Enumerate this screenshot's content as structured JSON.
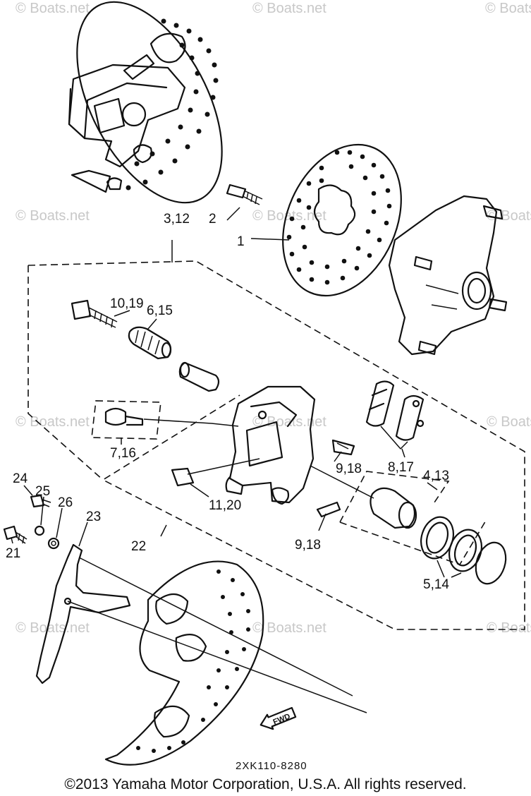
{
  "watermark": {
    "text": "© Boats.net"
  },
  "callouts": {
    "c1": "1",
    "c2": "2",
    "c3_12": "3,12",
    "c4_13": "4,13",
    "c5_14": "5,14",
    "c6_15": "6,15",
    "c7_16": "7,16",
    "c8_17": "8,17",
    "c9_18_upper": "9,18",
    "c9_18_lower": "9,18",
    "c10_19": "10,19",
    "c11_20": "11,20",
    "c21": "21",
    "c22": "22",
    "c23": "23",
    "c24": "24",
    "c25": "25",
    "c26": "26"
  },
  "fwd_label": "FWD",
  "diagram_code": "2XK110-8280",
  "copyright": "©2013 Yamaha Motor Corporation, U.S.A. All rights reserved."
}
